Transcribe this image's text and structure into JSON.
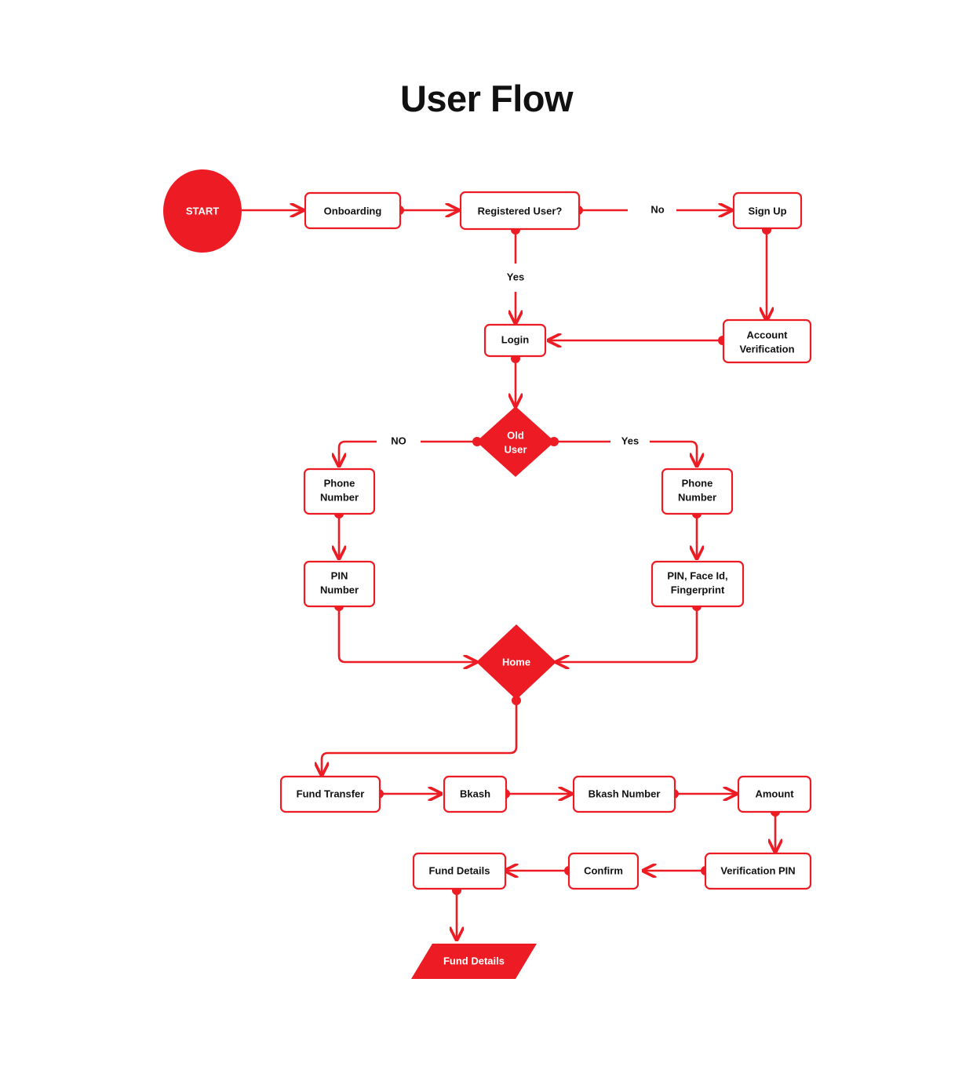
{
  "page": {
    "title": "User Flow",
    "background": "#ffffff",
    "accent_color": "#ED1C24",
    "text_color": "#111111"
  },
  "chart_data": {
    "type": "diagram",
    "diagram_type": "flowchart",
    "title": "User Flow",
    "accent_color": "#ED1C24",
    "nodes": [
      {
        "id": "start",
        "label": "START",
        "shape": "circle",
        "fill": "#ED1C24",
        "text_color": "#ffffff"
      },
      {
        "id": "onboarding",
        "label": "Onboarding",
        "shape": "rounded-rect",
        "fill": "#ffffff",
        "text_color": "#111111"
      },
      {
        "id": "registered",
        "label": "Registered User?",
        "shape": "rounded-rect",
        "fill": "#ffffff",
        "text_color": "#111111"
      },
      {
        "id": "signup",
        "label": "Sign Up",
        "shape": "rounded-rect",
        "fill": "#ffffff",
        "text_color": "#111111"
      },
      {
        "id": "acctverify",
        "label": "Account Verification",
        "shape": "rounded-rect",
        "fill": "#ffffff",
        "text_color": "#111111"
      },
      {
        "id": "login",
        "label": "Login",
        "shape": "rounded-rect",
        "fill": "#ffffff",
        "text_color": "#111111"
      },
      {
        "id": "olduser",
        "label": "Old User",
        "shape": "diamond",
        "fill": "#ED1C24",
        "text_color": "#ffffff"
      },
      {
        "id": "phoneleft",
        "label": "Phone Number",
        "shape": "rounded-rect",
        "fill": "#ffffff",
        "text_color": "#111111"
      },
      {
        "id": "pinnumber",
        "label": "PIN Number",
        "shape": "rounded-rect",
        "fill": "#ffffff",
        "text_color": "#111111"
      },
      {
        "id": "phoneright",
        "label": "Phone Number",
        "shape": "rounded-rect",
        "fill": "#ffffff",
        "text_color": "#111111"
      },
      {
        "id": "pinface",
        "label": "PIN, Face Id, Fingerprint",
        "shape": "rounded-rect",
        "fill": "#ffffff",
        "text_color": "#111111"
      },
      {
        "id": "home",
        "label": "Home",
        "shape": "diamond",
        "fill": "#ED1C24",
        "text_color": "#ffffff"
      },
      {
        "id": "fundtransfer",
        "label": "Fund Transfer",
        "shape": "rounded-rect",
        "fill": "#ffffff",
        "text_color": "#111111"
      },
      {
        "id": "bkash",
        "label": "Bkash",
        "shape": "rounded-rect",
        "fill": "#ffffff",
        "text_color": "#111111"
      },
      {
        "id": "bkashnumber",
        "label": "Bkash Number",
        "shape": "rounded-rect",
        "fill": "#ffffff",
        "text_color": "#111111"
      },
      {
        "id": "amount",
        "label": "Amount",
        "shape": "rounded-rect",
        "fill": "#ffffff",
        "text_color": "#111111"
      },
      {
        "id": "verifpin",
        "label": "Verification PIN",
        "shape": "rounded-rect",
        "fill": "#ffffff",
        "text_color": "#111111"
      },
      {
        "id": "confirm",
        "label": "Confirm",
        "shape": "rounded-rect",
        "fill": "#ffffff",
        "text_color": "#111111"
      },
      {
        "id": "funddetails",
        "label": "Fund Details",
        "shape": "rounded-rect",
        "fill": "#ffffff",
        "text_color": "#111111"
      },
      {
        "id": "fundoutput",
        "label": "Fund Details",
        "shape": "parallelogram",
        "fill": "#ED1C24",
        "text_color": "#ffffff"
      }
    ],
    "edges": [
      {
        "from": "start",
        "to": "onboarding",
        "label": ""
      },
      {
        "from": "onboarding",
        "to": "registered",
        "label": ""
      },
      {
        "from": "registered",
        "to": "signup",
        "label": "No"
      },
      {
        "from": "registered",
        "to": "login",
        "label": "Yes"
      },
      {
        "from": "signup",
        "to": "acctverify",
        "label": ""
      },
      {
        "from": "acctverify",
        "to": "login",
        "label": ""
      },
      {
        "from": "login",
        "to": "olduser",
        "label": ""
      },
      {
        "from": "olduser",
        "to": "phoneleft",
        "label": "NO"
      },
      {
        "from": "olduser",
        "to": "phoneright",
        "label": "Yes"
      },
      {
        "from": "phoneleft",
        "to": "pinnumber",
        "label": ""
      },
      {
        "from": "pinnumber",
        "to": "home",
        "label": ""
      },
      {
        "from": "phoneright",
        "to": "pinface",
        "label": ""
      },
      {
        "from": "pinface",
        "to": "home",
        "label": ""
      },
      {
        "from": "home",
        "to": "fundtransfer",
        "label": ""
      },
      {
        "from": "fundtransfer",
        "to": "bkash",
        "label": ""
      },
      {
        "from": "bkash",
        "to": "bkashnumber",
        "label": ""
      },
      {
        "from": "bkashnumber",
        "to": "amount",
        "label": ""
      },
      {
        "from": "amount",
        "to": "verifpin",
        "label": ""
      },
      {
        "from": "verifpin",
        "to": "confirm",
        "label": ""
      },
      {
        "from": "confirm",
        "to": "funddetails",
        "label": ""
      },
      {
        "from": "funddetails",
        "to": "fundoutput",
        "label": ""
      }
    ]
  },
  "labels": {
    "start": "START",
    "onboarding": "Onboarding",
    "registered": "Registered User?",
    "signup": "Sign Up",
    "account_verification_line1": "Account",
    "account_verification_line2": "Verification",
    "login": "Login",
    "old_user_line1": "Old",
    "old_user_line2": "User",
    "phone_left_line1": "Phone",
    "phone_left_line2": "Number",
    "pin_number_line1": "PIN",
    "pin_number_line2": "Number",
    "phone_right_line1": "Phone",
    "phone_right_line2": "Number",
    "pin_face_line1": "PIN, Face Id,",
    "pin_face_line2": "Fingerprint",
    "home": "Home",
    "fund_transfer": "Fund Transfer",
    "bkash": "Bkash",
    "bkash_number": "Bkash Number",
    "amount": "Amount",
    "verification_pin": "Verification PIN",
    "confirm": "Confirm",
    "fund_details": "Fund Details",
    "fund_output": "Fund Details",
    "edge_no_registered": "No",
    "edge_yes_registered": "Yes",
    "edge_no_olduser": "NO",
    "edge_yes_olduser": "Yes"
  }
}
